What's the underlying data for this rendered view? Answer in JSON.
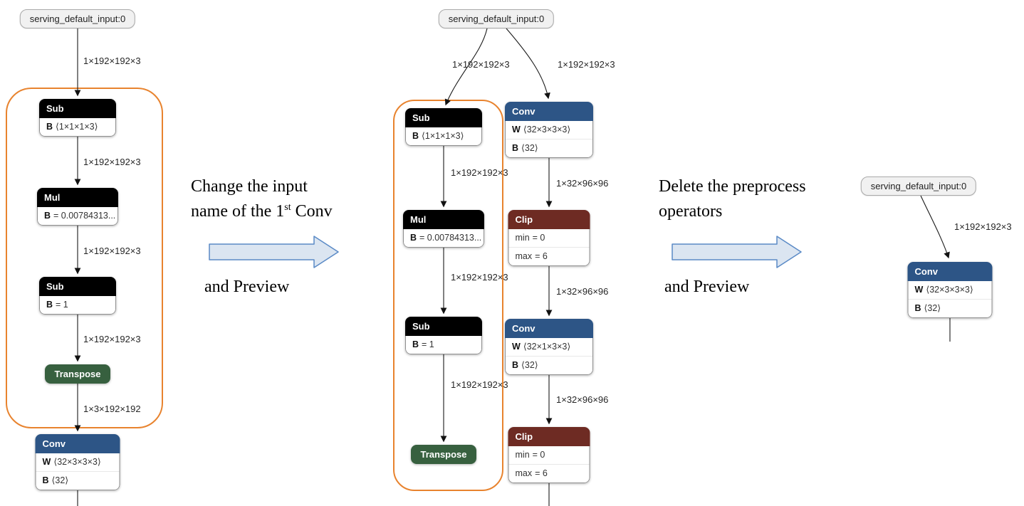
{
  "colors": {
    "sub_mul_header": "#000000",
    "conv_header": "#2d5586",
    "transpose_header": "#37603f",
    "clip_header": "#6e2b23",
    "orange_outline": "#e8832e",
    "step_arrow_fill": "#dbe5f1",
    "step_arrow_stroke": "#5a8ac6"
  },
  "annotations": {
    "step1": {
      "line1": "Change the input",
      "line2_prefix": "name of the 1",
      "line2_sup": "st",
      "line2_suffix": " Conv",
      "line3": "and Preview"
    },
    "step2": {
      "line1": "Delete the preprocess",
      "line2": "operators",
      "line3": "and Preview"
    }
  },
  "left_graph": {
    "input_label": "serving_default_input:0",
    "edge_labels": {
      "input_to_sub": "1×192×192×3",
      "sub_to_mul": "1×192×192×3",
      "mul_to_sub": "1×192×192×3",
      "sub_to_transpose": "1×192×192×3",
      "transpose_to_conv": "1×3×192×192"
    },
    "nodes": {
      "sub1": {
        "header": "Sub",
        "rows": [
          {
            "name": "B",
            "value": "⟨1×1×1×3⟩"
          }
        ]
      },
      "mul": {
        "header": "Mul",
        "rows": [
          {
            "name": "B",
            "value": "= 0.00784313..."
          }
        ]
      },
      "sub2": {
        "header": "Sub",
        "rows": [
          {
            "name": "B",
            "value": "= 1"
          }
        ]
      },
      "transpose": {
        "header": "Transpose"
      },
      "conv": {
        "header": "Conv",
        "rows": [
          {
            "name": "W",
            "value": "⟨32×3×3×3⟩"
          },
          {
            "name": "B",
            "value": "⟨32⟩"
          }
        ]
      }
    }
  },
  "middle_graph": {
    "input_label": "serving_default_input:0",
    "edge_labels": {
      "input_to_sub": "1×192×192×3",
      "input_to_conv": "1×192×192×3",
      "sub_to_mul": "1×192×192×3",
      "mul_to_sub": "1×192×192×3",
      "sub_to_transpose": "1×192×192×3",
      "conv_to_clip": "1×32×96×96",
      "clip_to_conv": "1×32×96×96",
      "conv2_to_clip2": "1×32×96×96"
    },
    "nodes": {
      "sub1": {
        "header": "Sub",
        "rows": [
          {
            "name": "B",
            "value": "⟨1×1×1×3⟩"
          }
        ]
      },
      "mul": {
        "header": "Mul",
        "rows": [
          {
            "name": "B",
            "value": "= 0.00784313..."
          }
        ]
      },
      "sub2": {
        "header": "Sub",
        "rows": [
          {
            "name": "B",
            "value": "= 1"
          }
        ]
      },
      "transpose": {
        "header": "Transpose"
      },
      "conv1": {
        "header": "Conv",
        "rows": [
          {
            "name": "W",
            "value": "⟨32×3×3×3⟩"
          },
          {
            "name": "B",
            "value": "⟨32⟩"
          }
        ]
      },
      "clip1": {
        "header": "Clip",
        "rows": [
          {
            "name": "min",
            "value": "= 0"
          },
          {
            "name": "max",
            "value": "= 6"
          }
        ]
      },
      "conv2": {
        "header": "Conv",
        "rows": [
          {
            "name": "W",
            "value": "⟨32×1×3×3⟩"
          },
          {
            "name": "B",
            "value": "⟨32⟩"
          }
        ]
      },
      "clip2": {
        "header": "Clip",
        "rows": [
          {
            "name": "min",
            "value": "= 0"
          },
          {
            "name": "max",
            "value": "= 6"
          }
        ]
      }
    }
  },
  "right_graph": {
    "input_label": "serving_default_input:0",
    "edge_labels": {
      "input_to_conv": "1×192×192×3"
    },
    "nodes": {
      "conv": {
        "header": "Conv",
        "rows": [
          {
            "name": "W",
            "value": "⟨32×3×3×3⟩"
          },
          {
            "name": "B",
            "value": "⟨32⟩"
          }
        ]
      }
    }
  }
}
